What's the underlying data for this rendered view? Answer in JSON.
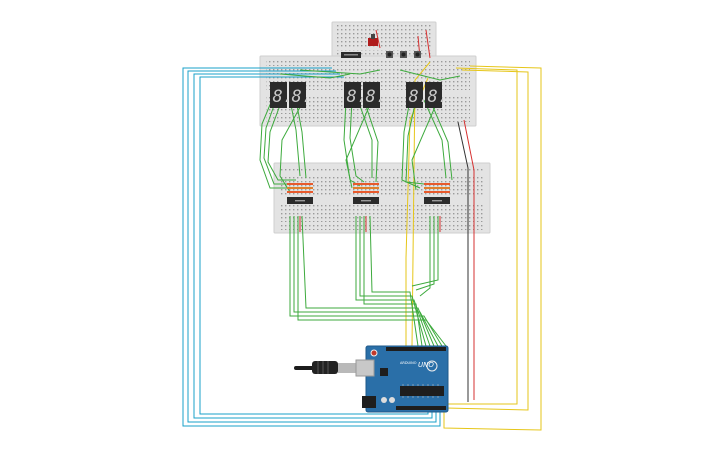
{
  "colors": {
    "background": "#ffffff",
    "breadboard": "#e3e3e3",
    "breadboard_edge": "#cfcfcf",
    "wire_green": "#3daa3d",
    "wire_blue": "#1aa0c8",
    "wire_yellow": "#e6c619",
    "wire_red": "#d63030",
    "wire_dark": "#333333",
    "display_body": "#2b2b2b",
    "segment_on": "#c9c9c9",
    "arduino_board": "#2a6fa8",
    "chip_body": "#2b2b2b"
  },
  "components": {
    "arduino": {
      "brand_text": "UNO",
      "logo_text": "ARDUINO"
    },
    "displays": [
      {
        "name": "display-pair-1",
        "digits": [
          "8.",
          "8."
        ]
      },
      {
        "name": "display-pair-2",
        "digits": [
          "8.",
          "8."
        ]
      },
      {
        "name": "display-pair-3",
        "digits": [
          "8.",
          "8."
        ]
      }
    ],
    "decoders": [
      {
        "name": "decoder-chip-1"
      },
      {
        "name": "decoder-chip-2"
      },
      {
        "name": "decoder-chip-3"
      }
    ],
    "buttons": [
      {
        "name": "pushbutton-1"
      },
      {
        "name": "pushbutton-2"
      },
      {
        "name": "pushbutton-3"
      }
    ]
  }
}
